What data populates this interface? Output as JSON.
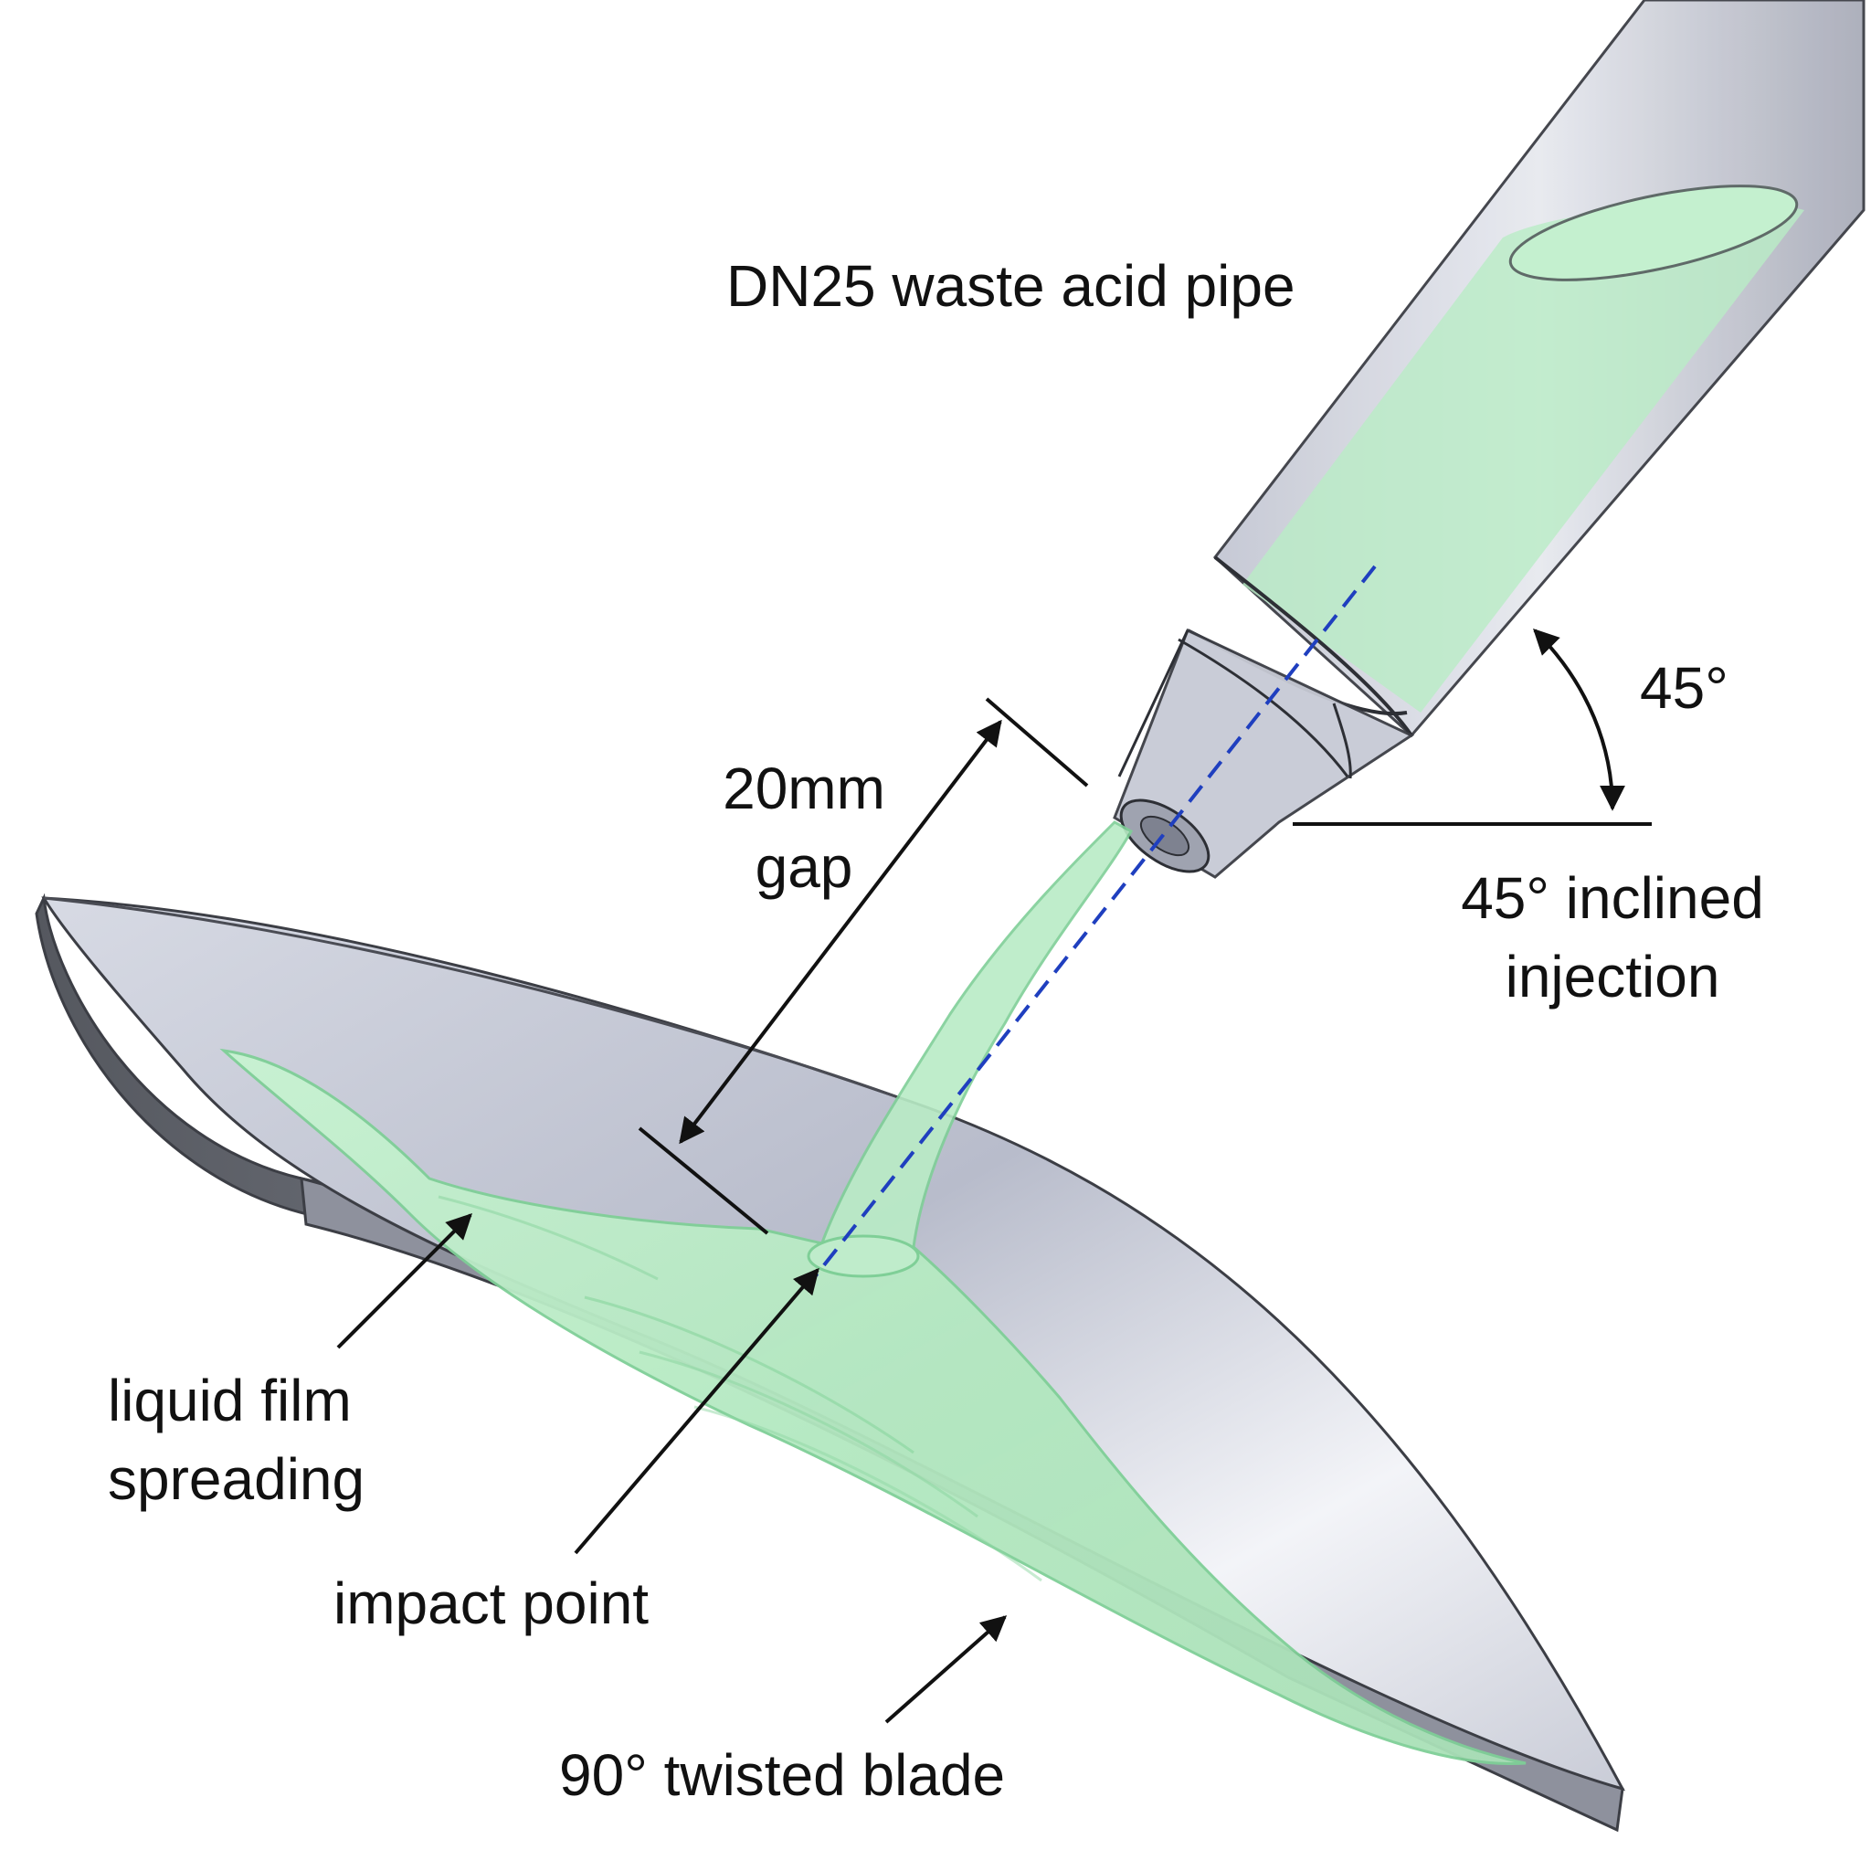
{
  "labels": {
    "pipe": "DN25 waste acid pipe",
    "gap_line1": "20mm",
    "gap_line2": "gap",
    "angle": "45°",
    "injection_line1": "45° inclined",
    "injection_line2": "injection",
    "film_line1": "liquid film",
    "film_line2": "spreading",
    "impact": "impact point",
    "blade": "90° twisted blade"
  },
  "colors": {
    "liquid": "#b9ecc6",
    "liquid_edge": "#7fcf97",
    "metal_light": "#eef0f6",
    "metal_mid": "#b9bdcc",
    "metal_dark": "#6b6e7c",
    "centerline": "#1f3fbf",
    "ink": "#111111"
  }
}
